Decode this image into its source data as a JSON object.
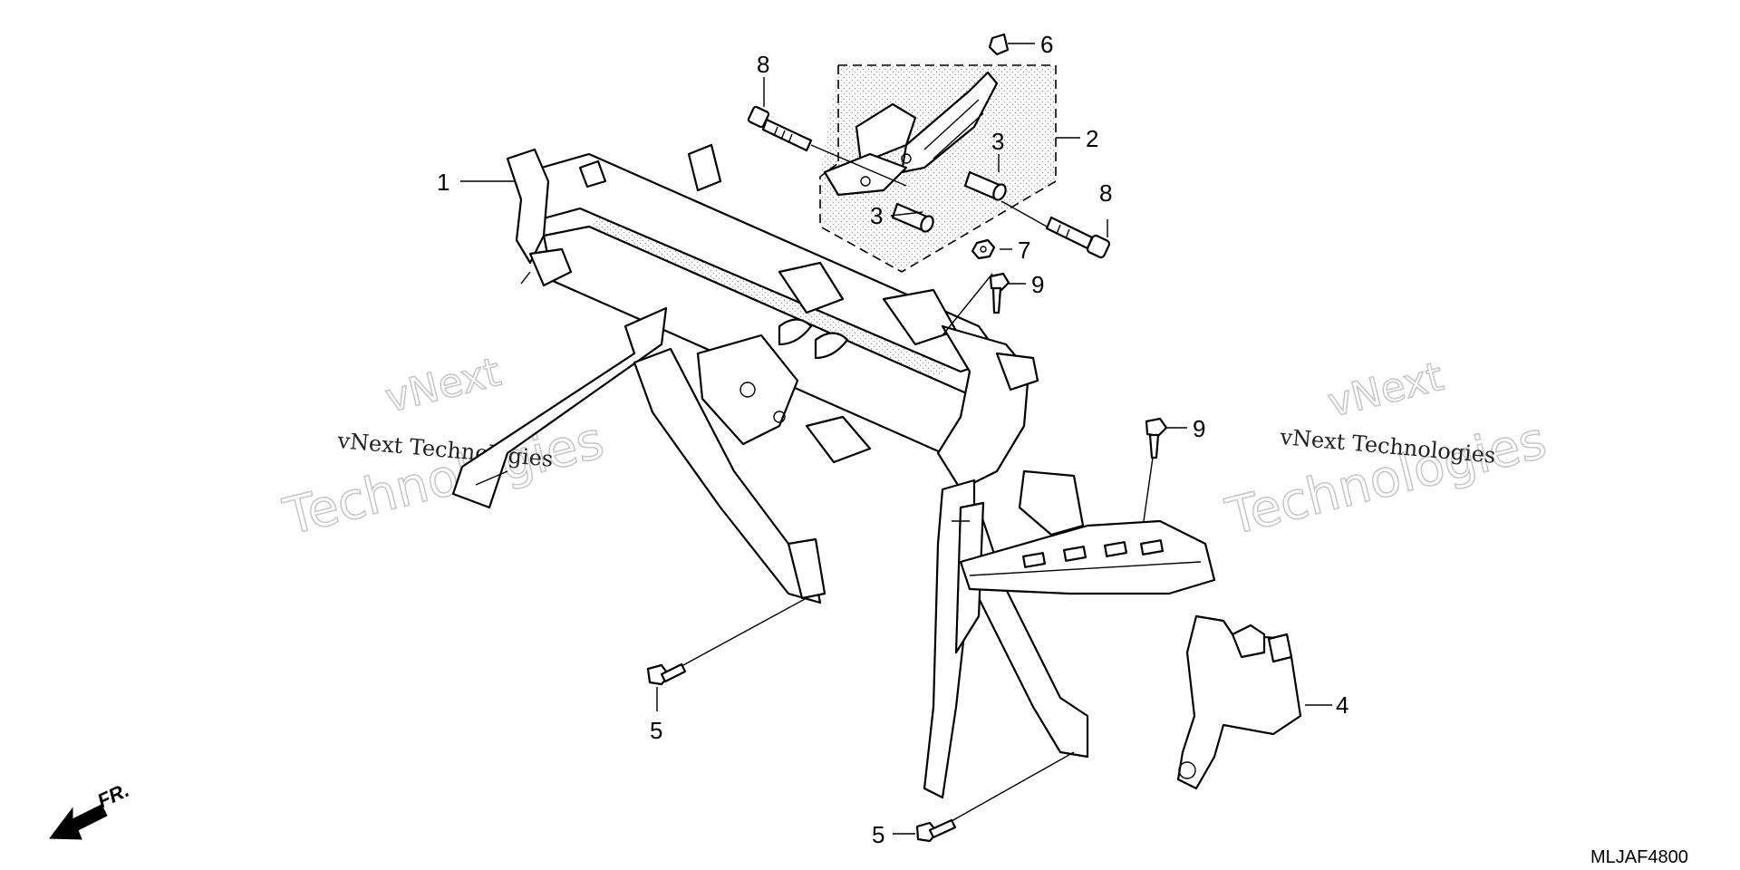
{
  "watermark": {
    "brand": "vNext",
    "word": "Technologies",
    "full": "vNext Technologies"
  },
  "callouts": {
    "c1": "1",
    "c2": "2",
    "c3a": "3",
    "c3b": "3",
    "c4": "4",
    "c5a": "5",
    "c5b": "5",
    "c6": "6",
    "c7": "7",
    "c8a": "8",
    "c8b": "8",
    "c9a": "9",
    "c9b": "9"
  },
  "direction_label": "FR.",
  "diagram_code": "MLJAF4800"
}
